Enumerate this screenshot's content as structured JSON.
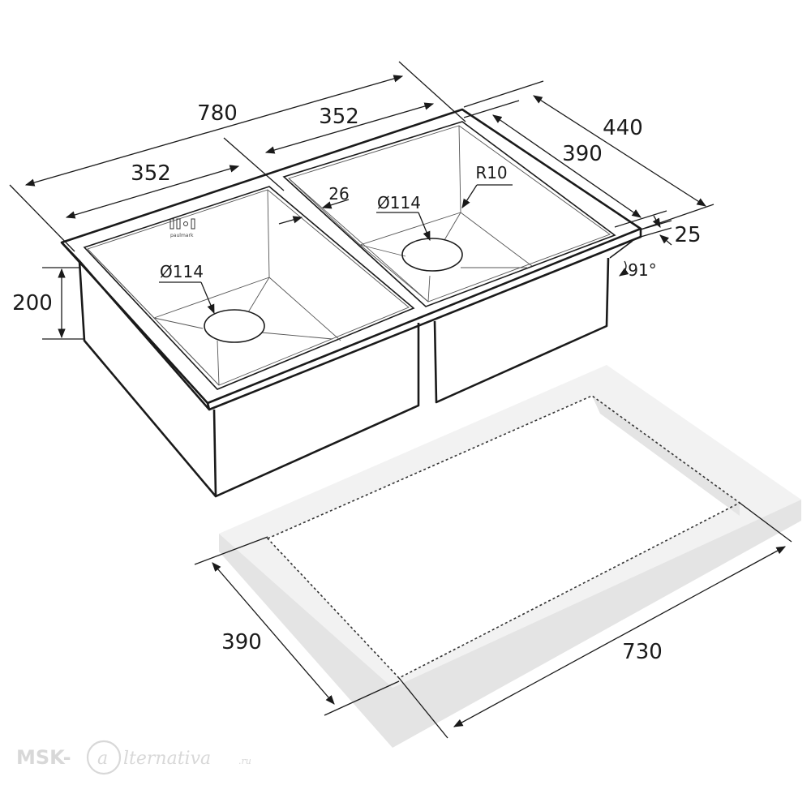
{
  "dimensions": {
    "total_length": "780",
    "bowl_left_width": "352",
    "bowl_right_width": "352",
    "total_depth": "440",
    "bowl_depth": "390",
    "divider_width": "26",
    "drain_left": "Ø114",
    "drain_right": "Ø114",
    "corner_radius": "R10",
    "bowl_height": "200",
    "rim_thickness": "25",
    "rim_angle": "91°",
    "cutout_length": "730",
    "cutout_depth": "390"
  },
  "labels": {
    "overflow_brand": "paulmark"
  },
  "watermark": {
    "prefix": "MSK-",
    "script_letter": "a",
    "suffix": "lternativa",
    "domain": ".ru"
  }
}
